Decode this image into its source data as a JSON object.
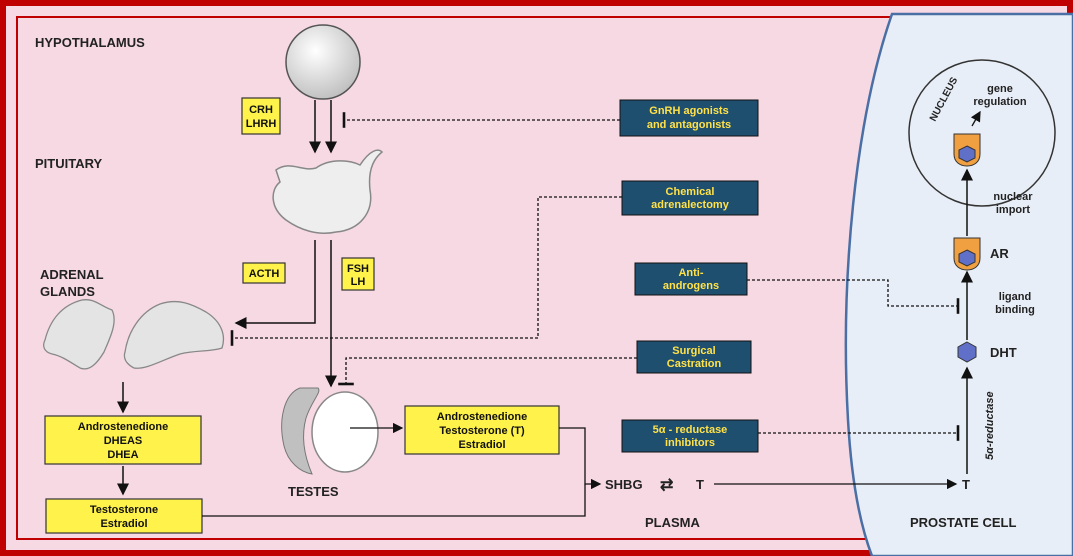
{
  "regions": {
    "hypothalamus": "HYPOTHALAMUS",
    "pituitary": "PITUITARY",
    "adrenal_line1": "ADRENAL",
    "adrenal_line2": "GLANDS",
    "testes": "TESTES",
    "plasma": "PLASMA",
    "prostate_cell": "PROSTATE CELL"
  },
  "hormones": {
    "crh": "CRH",
    "lhrh": "LHRH",
    "acth": "ACTH",
    "fsh": "FSH",
    "lh": "LH",
    "adrenal_products": [
      "Androstenedione",
      "DHEAS",
      "DHEA"
    ],
    "adrenal_downstream": [
      "Testosterone",
      "Estradiol"
    ],
    "testes_products": [
      "Androstenedione",
      "Testosterone (T)",
      "Estradiol"
    ]
  },
  "drugs": {
    "gnrh": [
      "GnRH agonists",
      "and antagonists"
    ],
    "adrenalectomy": [
      "Chemical",
      "adrenalectomy"
    ],
    "antiandrogens": [
      "Anti-",
      "androgens"
    ],
    "castration": [
      "Surgical",
      "Castration"
    ],
    "reductase_inhibitors": [
      "5α - reductase",
      "inhibitors"
    ]
  },
  "plasma_pathway": {
    "shbg": "SHBG",
    "equilibrium": "⇄",
    "t": "T"
  },
  "cell": {
    "nucleus": "NUCLEUS",
    "gene_regulation": [
      "gene",
      "regulation"
    ],
    "nuclear_import": [
      "nuclear",
      "import"
    ],
    "ar": "AR",
    "ligand_binding": [
      "ligand",
      "binding"
    ],
    "dht": "DHT",
    "reductase_label": "5α-reductase",
    "t": "T"
  },
  "colors": {
    "border": "#c00000",
    "background": "#f6d9e3",
    "hormone_box": "#fff24a",
    "drug_box": "#1f4f6e",
    "drug_text": "#ffe24a",
    "receptor": "#f0a040",
    "ligand": "#6070c8"
  }
}
